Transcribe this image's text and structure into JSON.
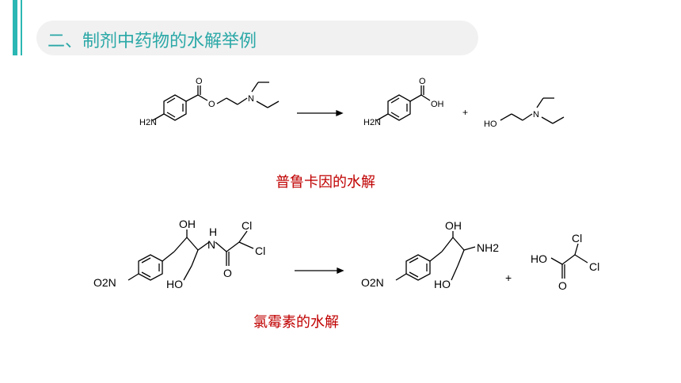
{
  "slide": {
    "title": "二、制剂中药物的水解举例",
    "accent_color": "#2bb7b3"
  },
  "reaction1": {
    "caption": "普鲁卡因的水解",
    "reactant": {
      "amine": "H2N",
      "carbonyl_o": "O",
      "ester_o": "O",
      "n": "N"
    },
    "product1": {
      "amine": "H2N",
      "carbonyl_o": "O",
      "oh": "OH"
    },
    "plus": "+",
    "product2": {
      "ho": "HO",
      "n": "N"
    }
  },
  "reaction2": {
    "caption": "氯霉素的水解",
    "reactant": {
      "nitro": "O2N",
      "oh_top": "OH",
      "nh": "H",
      "n": "N",
      "cl1": "Cl",
      "cl2": "Cl",
      "carbonyl_o": "O",
      "ho": "HO"
    },
    "product1": {
      "nitro": "O2N",
      "oh_top": "OH",
      "nh2": "NH2",
      "ho": "HO"
    },
    "plus": "+",
    "product2": {
      "ho": "HO",
      "cl1": "Cl",
      "cl2": "Cl",
      "carbonyl_o": "O"
    }
  }
}
